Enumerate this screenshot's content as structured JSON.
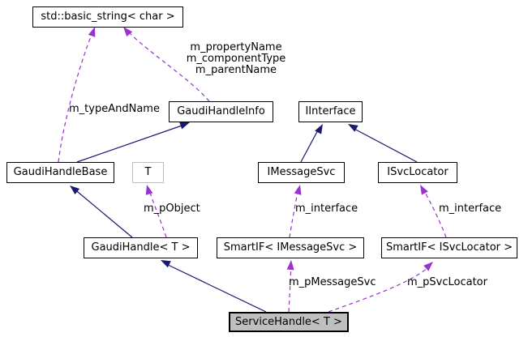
{
  "nodes": {
    "basic_string": {
      "label": "std::basic_string< char >"
    },
    "gaudi_handle_info": {
      "label": "GaudiHandleInfo"
    },
    "iinterface": {
      "label": "IInterface"
    },
    "gaudi_handle_base": {
      "label": "GaudiHandleBase"
    },
    "t": {
      "label": "T"
    },
    "imessage_svc": {
      "label": "IMessageSvc"
    },
    "isvc_locator": {
      "label": "ISvcLocator"
    },
    "gaudi_handle": {
      "label": "GaudiHandle< T >"
    },
    "smartif_imessagesvc": {
      "label": "SmartIF< IMessageSvc >"
    },
    "smartif_isvclocator": {
      "label": "SmartIF< ISvcLocator >"
    },
    "service_handle": {
      "label": "ServiceHandle< T >"
    }
  },
  "edge_labels": {
    "property_group": "m_propertyName\nm_componentType\nm_parentName",
    "type_and_name": "m_typeAndName",
    "p_object": "m_pObject",
    "interface_left": "m_interface",
    "interface_right": "m_interface",
    "p_message_svc": "m_pMessageSvc",
    "p_svc_locator": "m_pSvcLocator"
  },
  "colors": {
    "inheritance_edge": "#191970",
    "usage_edge": "#9a32cd",
    "node_fill": "#ffffff",
    "current_node_fill": "#bfbfbf",
    "node_border": "#000000",
    "template_param_border": "#bebebe",
    "label_color": "#000000",
    "background": "#ffffff"
  }
}
